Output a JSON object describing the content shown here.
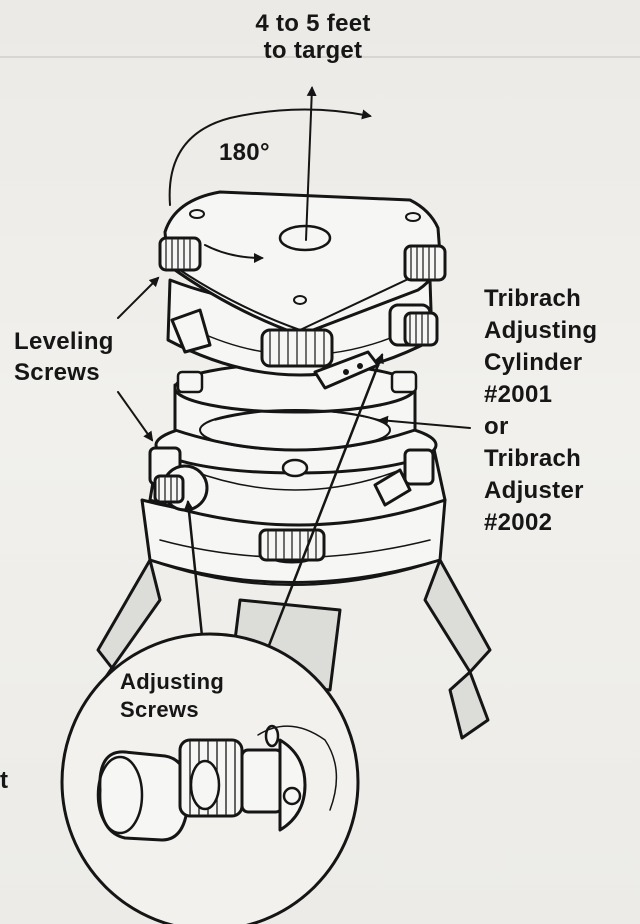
{
  "labels": {
    "distance": [
      "4 to 5 feet",
      "to target"
    ],
    "rotation": "180°",
    "leveling": [
      "Leveling",
      "Screws"
    ],
    "tribrach": [
      "Tribrach",
      "Adjusting",
      "Cylinder",
      "#2001",
      "or",
      "Tribrach",
      "Adjuster",
      "#2002"
    ],
    "adjusting": [
      "Adjusting",
      "Screws"
    ],
    "edge_fragment": "t"
  },
  "colors": {
    "ink": "#151515",
    "paper": "#eceae6"
  }
}
